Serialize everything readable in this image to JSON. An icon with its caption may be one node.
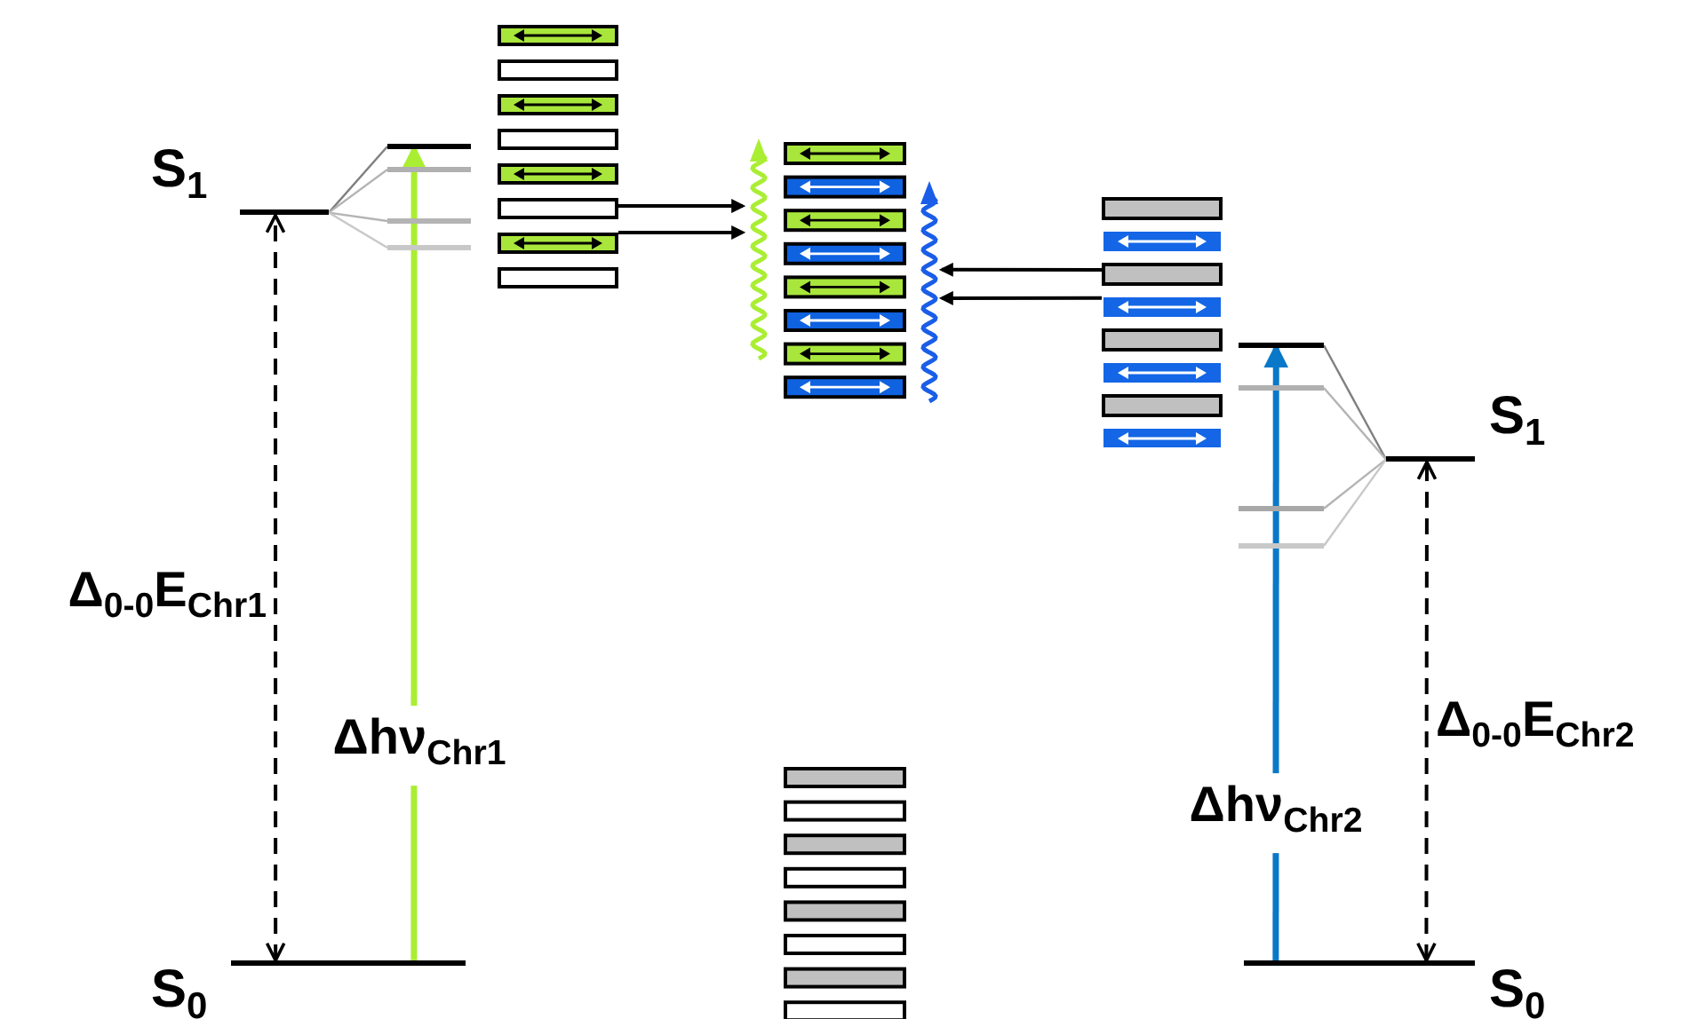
{
  "diagram": {
    "nodes": [
      {
        "text": [],
        "shape": "stack"
      },
      {
        "text": [],
        "shape": "bar"
      },
      {
        "text": [],
        "shape": "bar"
      },
      {
        "text": [
          "S$_{1}$"
        ]
      },
      {
        "text": [],
        "shape": "bar"
      },
      {
        "text": [],
        "shape": "bar"
      },
      {
        "text": [],
        "shape": "stack"
      },
      {
        "text": [],
        "shape": "stack"
      },
      {
        "text": [],
        "shape": "bar"
      },
      {
        "text": [],
        "shape": "bar"
      },
      {
        "text": [
          "S$_{1}$"
        ]
      },
      {
        "text": [],
        "shape": "bar"
      },
      {
        "text": [],
        "shape": "bar"
      },
      {
        "text": [],
        "shape": "stack"
      },
      {
        "text": [
          "S$_{0}$"
        ]
      },
      {
        "text": [
          "S$_{0}$"
        ]
      }
    ],
    "edges": [
      {
        "from": 3,
        "to": 1,
        "arrow": "none",
        "color": "#808080"
      },
      {
        "from": 3,
        "to": 2,
        "arrow": "none",
        "color": "#b4b4b4"
      },
      {
        "from": 3,
        "to": 4,
        "arrow": "none",
        "color": "#b4b4b4"
      },
      {
        "from": 3,
        "to": 5,
        "arrow": "none",
        "color": "#c8c8c8"
      },
      {
        "from": 14,
        "to": 3,
        "arrow": "both",
        "style": "dashed",
        "label": "Δ$_{0-0}$E$_{Chr1}$"
      },
      {
        "from": 14,
        "to": 1,
        "arrow": "to",
        "style": "thick",
        "color": "#aaee33",
        "label": "Δhν$_{Chr1}$"
      },
      {
        "from": 0,
        "to": 6,
        "arrow": "to"
      },
      {
        "from": 0,
        "to": 6,
        "arrow": "to"
      },
      {
        "from": 7,
        "to": 6,
        "arrow": "to"
      },
      {
        "from": 7,
        "to": 6,
        "arrow": "to"
      },
      {
        "from": 10,
        "to": 8,
        "arrow": "none",
        "color": "#808080"
      },
      {
        "from": 10,
        "to": 9,
        "arrow": "none",
        "color": "#b4b4b4"
      },
      {
        "from": 10,
        "to": 11,
        "arrow": "none",
        "color": "#b4b4b4"
      },
      {
        "from": 10,
        "to": 12,
        "arrow": "none",
        "color": "#c8c8c8"
      },
      {
        "from": 15,
        "to": 8,
        "arrow": "to",
        "style": "thick",
        "color": "#0a78c8",
        "label": "Δhν$_{Chr2}$"
      },
      {
        "from": 15,
        "to": 10,
        "arrow": "both",
        "style": "dashed",
        "label": "Δ$_{0-0}$E$_{Chr2}$"
      }
    ]
  }
}
